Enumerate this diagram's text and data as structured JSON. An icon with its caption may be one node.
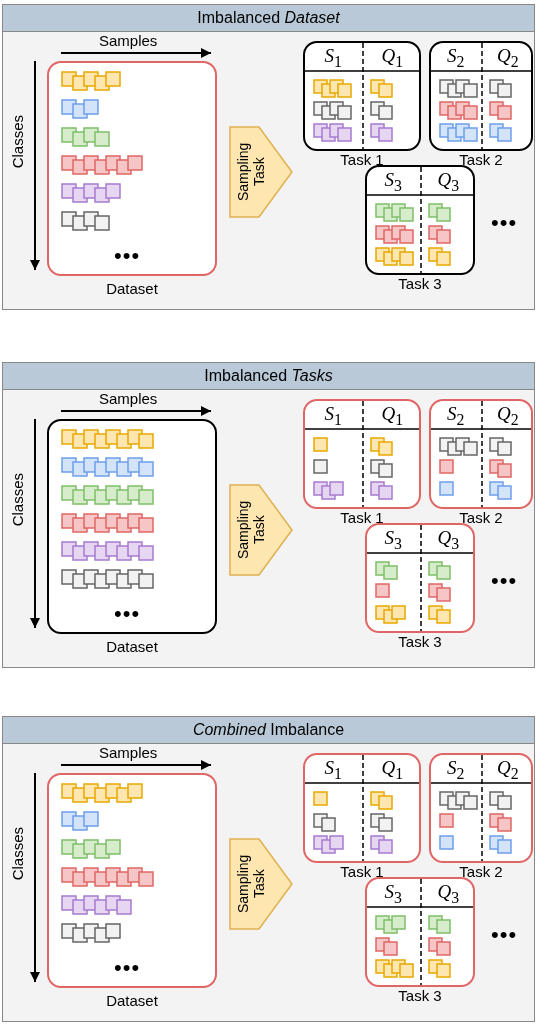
{
  "diagram": {
    "nodes": [
      {
        "text": [
          "Imbalanced *Dataset*"
        ]
      },
      {
        "text": [
          "Dataset"
        ],
        "in": 0
      },
      {
        "text": [
          "*S*$_{1}$",
          "*Q*$_{1}$",
          "Task 1"
        ],
        "in": 0
      },
      {
        "text": [
          "*S*$_{2}$",
          "*Q*$_{2}$",
          "Task 2"
        ],
        "in": 0
      },
      {
        "text": [
          "*S*$_{3}$",
          "*Q*$_{3}$",
          "Task 3"
        ],
        "in": 0
      },
      {
        "text": [
          "Imbalanced *Tasks*"
        ]
      },
      {
        "text": [
          "Dataset"
        ],
        "in": 5
      },
      {
        "text": [
          "*S*$_{1}$",
          "*Q*$_{1}$",
          "Task 1"
        ],
        "in": 5
      },
      {
        "text": [
          "*S*$_{2}$",
          "*Q*$_{2}$",
          "Task 2"
        ],
        "in": 5
      },
      {
        "text": [
          "*S*$_{3}$",
          "*Q*$_{3}$",
          "Task 3"
        ],
        "in": 5
      },
      {
        "text": [
          "*Combined* Imbalance"
        ]
      },
      {
        "text": [
          "Dataset"
        ],
        "in": 10
      },
      {
        "text": [
          "*S*$_{1}$",
          "*Q*$_{1}$",
          "Task 1"
        ],
        "in": 10
      },
      {
        "text": [
          "*S*$_{2}$",
          "*Q*$_{2}$",
          "Task 2"
        ],
        "in": 10
      },
      {
        "text": [
          "*S*$_{3}$",
          "*Q*$_{3}$",
          "Task 3"
        ],
        "in": 10
      }
    ],
    "edges": [
      {
        "from": 1,
        "to": 2,
        "arrow": "to",
        "label": "Sampling Task"
      },
      {
        "from": 6,
        "to": 7,
        "arrow": "to",
        "label": "Sampling Task"
      },
      {
        "from": 11,
        "to": 12,
        "arrow": "to",
        "label": "Sampling Task"
      }
    ],
    "labels": [
      "Samples",
      "Classes",
      "•••",
      "•••",
      "Samples",
      "Classes",
      "•••",
      "•••",
      "Samples",
      "Classes",
      "•••",
      "•••"
    ]
  }
}
